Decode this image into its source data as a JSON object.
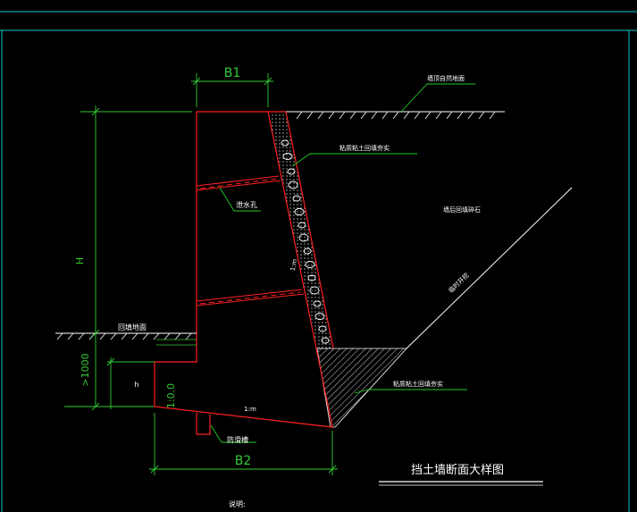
{
  "colors": {
    "background": "#000000",
    "frame": "#00c8d2",
    "wall_outline": "#ff2020",
    "ground_line": "#ffffff",
    "leader": "#22cc22",
    "dimension": "#33cc33",
    "annotation_text": "#ffffff",
    "title_text": "#ffffff"
  },
  "dimensions": {
    "top_width": "B1",
    "base_width": "B2",
    "height": "H",
    "embed_depth": ">1000",
    "toe_height": "h",
    "base_ratio": "1:0.0",
    "slope_m": "1:m",
    "base_m": "1:m"
  },
  "labels": {
    "natural_ground": "墙顶自然地面",
    "back_fill_top": "粘质粘土回填夯实",
    "weep_hole": "泄水孔",
    "back_fill_zone": "墙后回填碎石",
    "excavation_slope": "临时开挖",
    "back_fill_bottom": "粘质粘土回填夯实",
    "front_ground": "回填地面",
    "anti_slip_key": "防滑槽"
  },
  "title": "挡土墙断面大样图",
  "note_label": "说明:"
}
